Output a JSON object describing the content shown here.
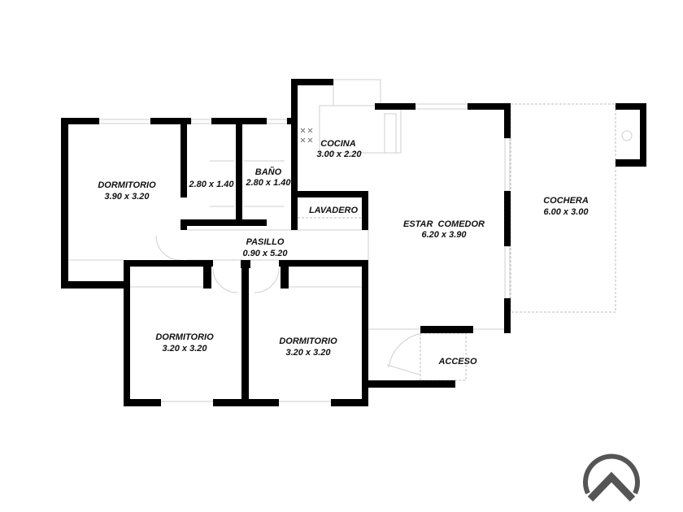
{
  "rooms": {
    "dormitorio_1": {
      "name": "DORMITORIO",
      "size": "3.90 x 3.20"
    },
    "room_2": {
      "size": "2.80 x 1.40"
    },
    "bano": {
      "name": "BAÑO",
      "size": "2.80 x 1.40"
    },
    "cocina": {
      "name": "COCINA",
      "size": "3.00 x 2.20"
    },
    "lavadero": {
      "name": "LAVADERO"
    },
    "pasillo": {
      "name": "PASILLO",
      "size": "0.90 x 5.20"
    },
    "estar": {
      "name": "ESTAR  COMEDOR",
      "size": "6.20 x 3.90"
    },
    "cochera": {
      "name": "COCHERA",
      "size": "6.00 x 3.00"
    },
    "dormitorio_2": {
      "name": "DORMITORIO",
      "size": "3.20 x 3.20"
    },
    "dormitorio_3": {
      "name": "DORMITORIO",
      "size": "3.20 x 3.20"
    },
    "acceso": {
      "name": "ACCESO"
    }
  },
  "colors": {
    "wall": "#000000",
    "logo": "#555555"
  },
  "logo": {
    "icon": "house-arc-logo"
  }
}
